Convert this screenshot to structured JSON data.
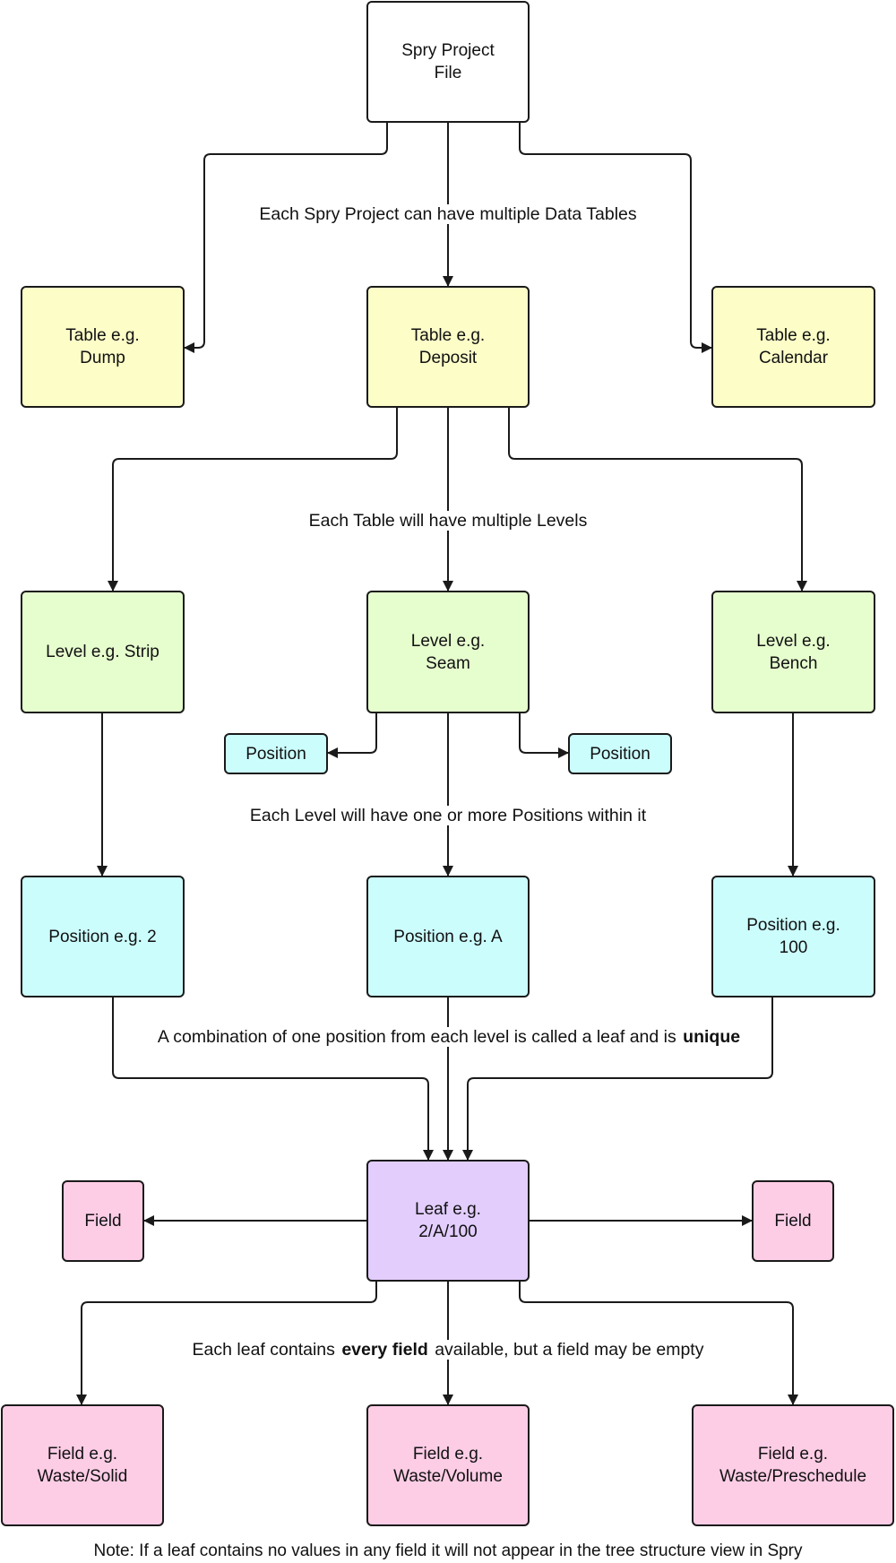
{
  "nodes": {
    "project": "Spry Project\nFile",
    "table_dump": "Table e.g.\nDump",
    "table_deposit": "Table e.g.\nDeposit",
    "table_calendar": "Table e.g.\nCalendar",
    "level_strip": "Level e.g. Strip",
    "level_seam": "Level e.g.\nSeam",
    "level_bench": "Level e.g.\nBench",
    "position_left": "Position",
    "position_right": "Position",
    "position_2": "Position e.g. 2",
    "position_a": "Position e.g. A",
    "position_100": "Position e.g.\n100",
    "leaf": "Leaf e.g.\n2/A/100",
    "field_left": "Field",
    "field_right": "Field",
    "field_solid": "Field e.g.\nWaste/Solid",
    "field_volume": "Field e.g.\nWaste/Volume",
    "field_preschedule": "Field e.g.\nWaste/Preschedule"
  },
  "captions": {
    "tables": "Each Spry Project can have multiple Data Tables",
    "levels": "Each Table will have multiple Levels",
    "positions": "Each Level will have one or more Positions within it",
    "leaf_pre": "A combination of one position from each level is called a leaf and is ",
    "leaf_bold": "unique",
    "field_pre": "Each leaf contains ",
    "field_bold": "every field",
    "field_post": " available, but a field may be empty"
  },
  "note": "Note: If a leaf contains no values in any field it will not appear in the tree structure view in Spry",
  "colors": {
    "table": "#fdfdc8",
    "level": "#e6fdce",
    "position": "#ccfdfd",
    "leaf": "#e2cdfd",
    "field": "#fdcde6",
    "line": "#1a1a1a"
  }
}
